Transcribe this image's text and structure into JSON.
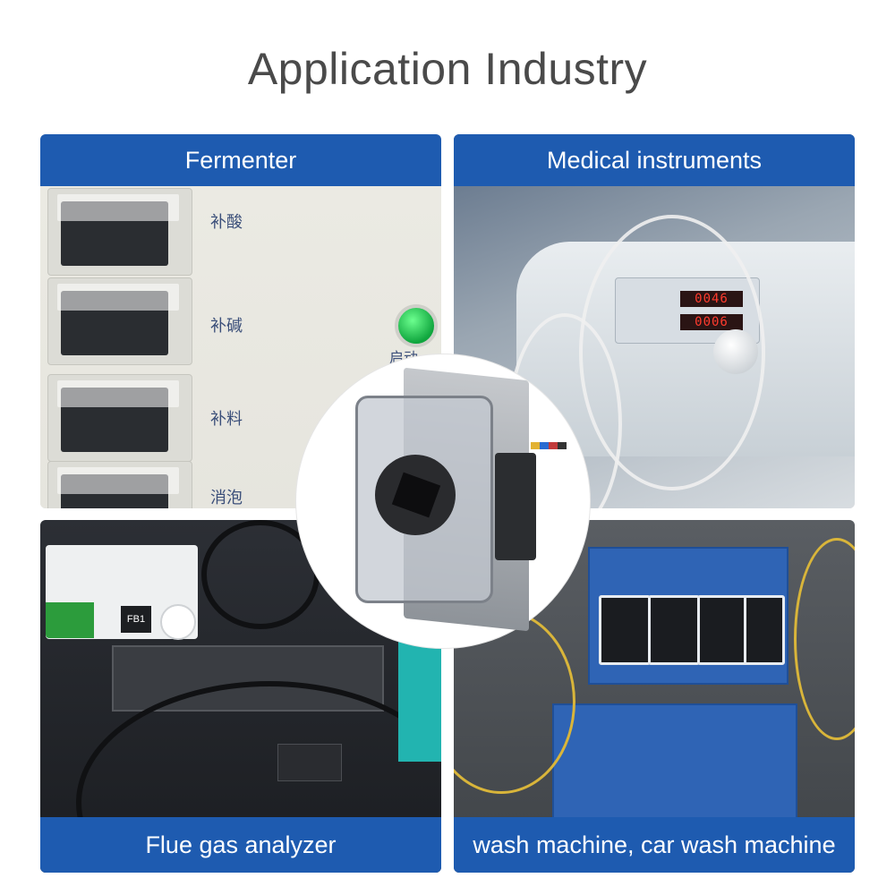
{
  "title": "Application Industry",
  "panels": [
    {
      "label": "Fermenter"
    },
    {
      "label": "Medical instruments"
    },
    {
      "label": "Flue gas analyzer"
    },
    {
      "label": "wash machine, car wash machine"
    }
  ],
  "fermenter": {
    "labels": [
      "补酸",
      "补碱",
      "补料",
      "消泡"
    ],
    "start_label": "启动"
  },
  "medical": {
    "display_1": "0046",
    "display_2": "0006"
  },
  "flue_gas": {
    "module_tag": "FB1"
  },
  "colors": {
    "banner": "#1e5bb0",
    "title_text": "#4a4a4a"
  }
}
